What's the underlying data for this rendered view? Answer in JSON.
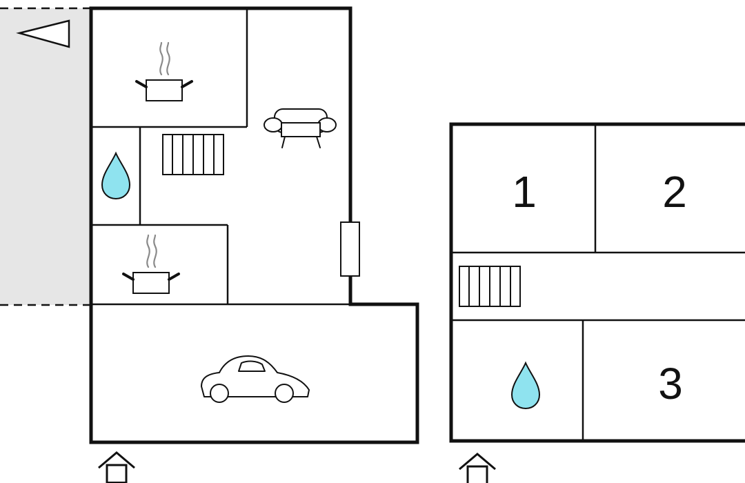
{
  "floors": [
    {
      "name": "ground-floor",
      "rooms": [
        {
          "id": "kitchen-1",
          "icon": "cooking-pot-icon"
        },
        {
          "id": "bathroom-1",
          "icon": "water-drop-icon"
        },
        {
          "id": "living-room",
          "icons": [
            "sofa-icon",
            "stairs-icon"
          ]
        },
        {
          "id": "kitchen-2",
          "icon": "cooking-pot-icon"
        },
        {
          "id": "garage",
          "icon": "car-icon"
        }
      ],
      "entrance_icon": "house-entrance-icon",
      "terrace_icon": "direction-arrow-icon"
    },
    {
      "name": "upper-floor",
      "rooms": [
        {
          "id": "bedroom-1",
          "label": "1"
        },
        {
          "id": "bedroom-2",
          "label": "2"
        },
        {
          "id": "hallway",
          "icon": "stairs-icon"
        },
        {
          "id": "bathroom-2",
          "icon": "water-drop-icon"
        },
        {
          "id": "bedroom-3",
          "label": "3"
        }
      ],
      "entrance_icon": "house-entrance-icon"
    }
  ],
  "colors": {
    "wall": "#111111",
    "terrace": "#e6e6e6",
    "water": "#8fe3ef",
    "steam": "#8a8a8a"
  }
}
